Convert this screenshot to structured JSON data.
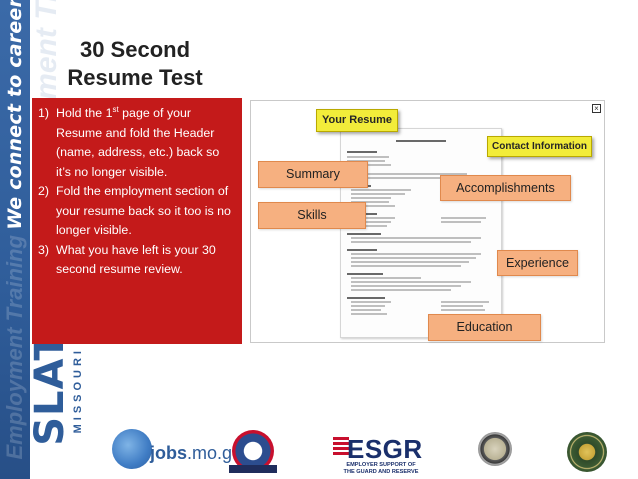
{
  "branding": {
    "tagline": "We connect to careers.",
    "ghost_words": "Employment Training",
    "logo_main": "SLATE",
    "logo_sub": "MISSOURI"
  },
  "slide": {
    "title_line1": "30 Second",
    "title_line2": "Resume Test"
  },
  "instructions": {
    "step1_num": "1)",
    "step1_pre": "Hold the 1",
    "step1_sup": "st",
    "step1_post": " page of your Resume and fold the Header (name, address, etc.) back so it’s no longer visible.",
    "step2_num": "2)",
    "step2_text": "Fold the employment section of your resume back so it too is no longer visible.",
    "step3_num": "3)",
    "step3_text": "What you have left is your 30 second resume review."
  },
  "resume_graphic": {
    "your_resume_label": "Your Resume",
    "contact_label": "Contact Information",
    "close_glyph": "×",
    "callouts": {
      "summary": "Summary",
      "skills": "Skills",
      "accomplishments": "Accomplishments",
      "experience": "Experience",
      "education": "Education"
    }
  },
  "footer_logos": {
    "jobs_prefix": "jobs",
    "jobs_suffix": ".mo.gov",
    "esgr_title": "ESGR",
    "esgr_line1": "EMPLOYER SUPPORT OF",
    "esgr_line2": "THE GUARD AND RESERVE"
  },
  "colors": {
    "band_blue": "#2f5d9a",
    "instruction_red": "#c41a1a",
    "callout_orange": "#f6b080",
    "label_yellow": "#f2ec3a"
  }
}
